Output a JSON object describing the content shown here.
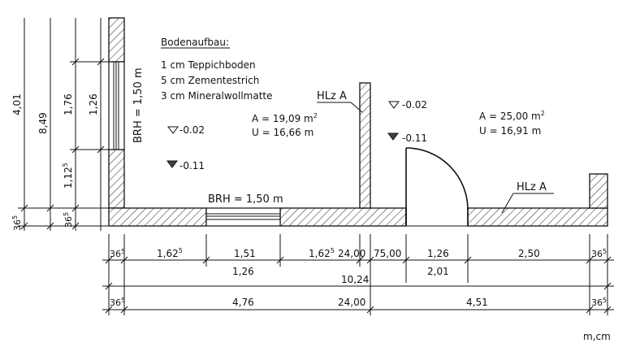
{
  "legend": {
    "title": "Bodenaufbau:",
    "layers": [
      "1 cm Teppichboden",
      "5 cm Zementestrich",
      "3 cm Mineralwollmatte"
    ]
  },
  "room_left": {
    "area": "A = 19,09 m",
    "perimeter": "U = 16,66 m",
    "level_top": "-0.02",
    "level_bottom": "-0.11",
    "window_wall": "BRH = 1,50 m",
    "window_floor": "BRH = 1,50 m",
    "heater": "HLz A"
  },
  "room_right": {
    "area": "A = 25,00 m",
    "perimeter": "U = 16,91 m",
    "level_top": "-0.02",
    "level_bottom": "-0.11",
    "heater": "HLz A"
  },
  "left_dims": {
    "total_outer": "4,01",
    "total_inner": "8,49",
    "upper": "1,76",
    "window": "1,26",
    "lower_base": "1,12",
    "lower_sup": "5",
    "wall_a_base": "36",
    "wall_a_sup": "5",
    "wall_b_base": "36",
    "wall_b_sup": "5"
  },
  "bottom_dims": {
    "row1": {
      "w1_base": "36",
      "w1_sup": "5",
      "d1_base": "1,62",
      "d1_sup": "5",
      "d2": "1,51",
      "d3_base": "1,62",
      "d3_sup": "5",
      "d4": "24,00",
      "d5": "75,00",
      "d6": "1,26",
      "d7": "2,50",
      "w2_base": "36",
      "w2_sup": "5"
    },
    "row2": {
      "a": "1,26",
      "b": "2,01"
    },
    "row3": {
      "total": "10,24"
    },
    "row4": {
      "w1_base": "36",
      "w1_sup": "5",
      "a": "4,76",
      "b": "24,00",
      "c": "4,51",
      "w2_base": "36",
      "w2_sup": "5"
    }
  },
  "unit": "m,cm",
  "sup2": "2"
}
